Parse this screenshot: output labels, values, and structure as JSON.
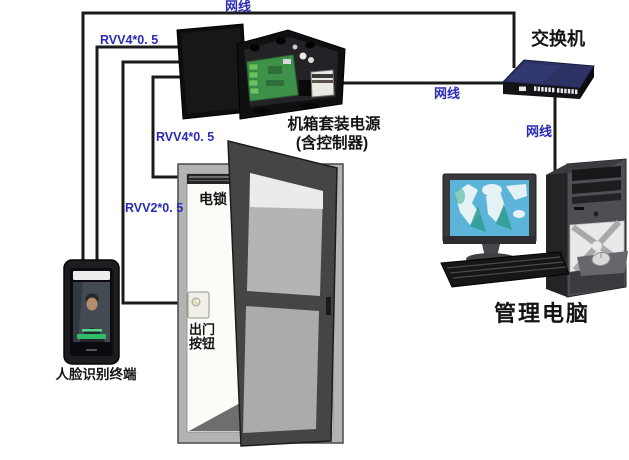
{
  "diagram": {
    "devices": {
      "face_terminal": {
        "label": "人脸识别终端"
      },
      "power_box": {
        "label_line1": "机箱套装电源",
        "label_line2": "(含控制器)"
      },
      "network_switch": {
        "label": "交换机"
      },
      "management_pc": {
        "label": "管理电脑"
      },
      "electric_lock": {
        "label": "电锁"
      },
      "exit_button": {
        "label_line1": "出门",
        "label_line2": "按钮"
      }
    },
    "cables": {
      "netline_terminal_to_switch": {
        "label": "网线"
      },
      "rvv4_terminal_to_box": {
        "label": "RVV4*0. 5"
      },
      "rvv4_lock_to_box": {
        "label": "RVV4*0. 5"
      },
      "rvv2_button_to_box": {
        "label": "RVV2*0. 5"
      },
      "netline_box_to_switch": {
        "label": "网线"
      },
      "netline_switch_to_pc": {
        "label": "网线"
      }
    },
    "colors": {
      "cable_label_blue": "#2b2bb8",
      "device_label_black": "#141414",
      "wire": "#1b1b1b",
      "switch_top": "#2c3264",
      "pcb_green": "#3e9149",
      "monitor_map": "#5cb4da",
      "terminal_progress_green": "#2fbf68",
      "door_frame_gray": "#b3b3b3",
      "door_leaf_gray": "#454545"
    }
  }
}
